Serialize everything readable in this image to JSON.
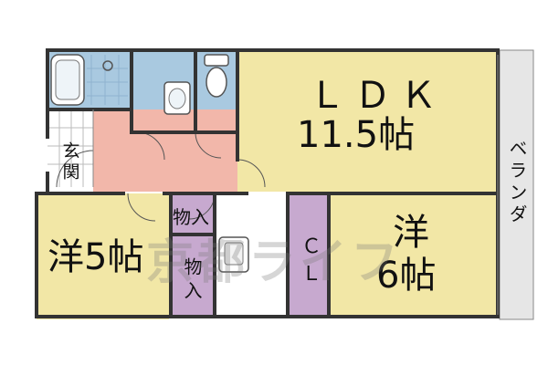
{
  "colors": {
    "ldk_floor": "#f2e7a6",
    "western_floor": "#f2e7a6",
    "entrance_floor": "#f2b7aa",
    "wet_area_floor": "#a9c9e0",
    "storage_floor": "#c7a9cf",
    "balcony_floor": "#e6e6e6",
    "wall": "#333333"
  },
  "rooms": {
    "ldk_name": "ＬＤＫ",
    "ldk_size": "11.5帖",
    "western_left": "洋5帖",
    "western_right_name": "洋",
    "western_right_size": "6帖",
    "closet": "ＣＬ",
    "storage_upper": "物入",
    "storage_lower": "物入",
    "entrance": "玄関",
    "balcony": "ベランダ"
  },
  "watermark": {
    "text": "京都ライフ"
  },
  "icons": [
    "bathtub-icon",
    "toilet-icon",
    "washbasin-icon",
    "shower-icon",
    "kitchen-sink-icon"
  ]
}
